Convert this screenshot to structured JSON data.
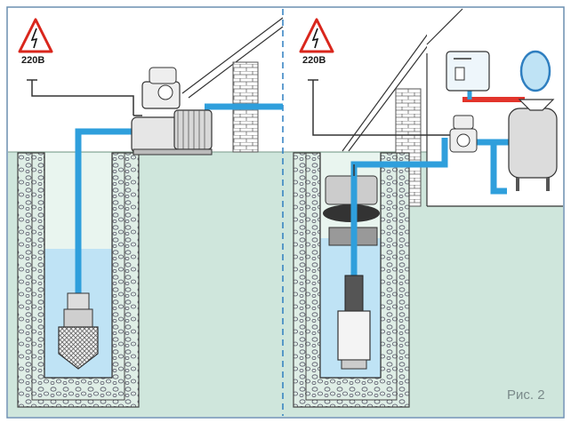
{
  "warning_left": {
    "voltage": "220В"
  },
  "warning_right": {
    "voltage": "220В"
  },
  "caption": "Рис. 2",
  "colors": {
    "ground": "#cfe6dc",
    "sky": "#ffffff",
    "pipe_blue": "#2f9fdc",
    "hot_pipe": "#e2342b",
    "cable": "#333333",
    "border": "#6b8fb0",
    "water": "#bfe3f5",
    "warning_red": "#d9261c"
  },
  "icons": [
    "high-voltage-icon",
    "surface-pump-icon",
    "submersible-pump-icon",
    "pressure-switch-icon",
    "water-heater-icon",
    "pressure-tank-icon",
    "mirror-icon",
    "sink-icon"
  ]
}
